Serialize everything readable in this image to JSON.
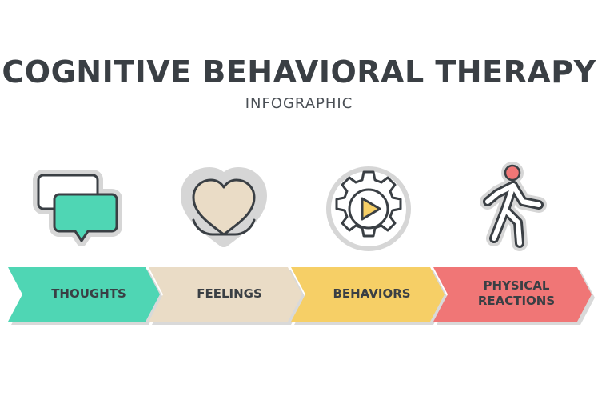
{
  "title": "COGNITIVE BEHAVIORAL THERAPY",
  "subtitle": "INFOGRAPHIC",
  "steps": [
    {
      "label": "THOUGHTS",
      "icon": "speech-bubbles-icon",
      "color": "#4fd6b4"
    },
    {
      "label": "FEELINGS",
      "icon": "heart-icon",
      "color": "#eadcc6"
    },
    {
      "label": "BEHAVIORS",
      "icon": "gear-play-icon",
      "color": "#f6cf66"
    },
    {
      "label": "PHYSICAL\nREACTIONS",
      "icon": "running-person-icon",
      "color": "#f07676"
    }
  ],
  "colors": {
    "title": "#3a3f44",
    "outline": "#3a3f44",
    "icon_shadow": "#d6d6d6"
  }
}
